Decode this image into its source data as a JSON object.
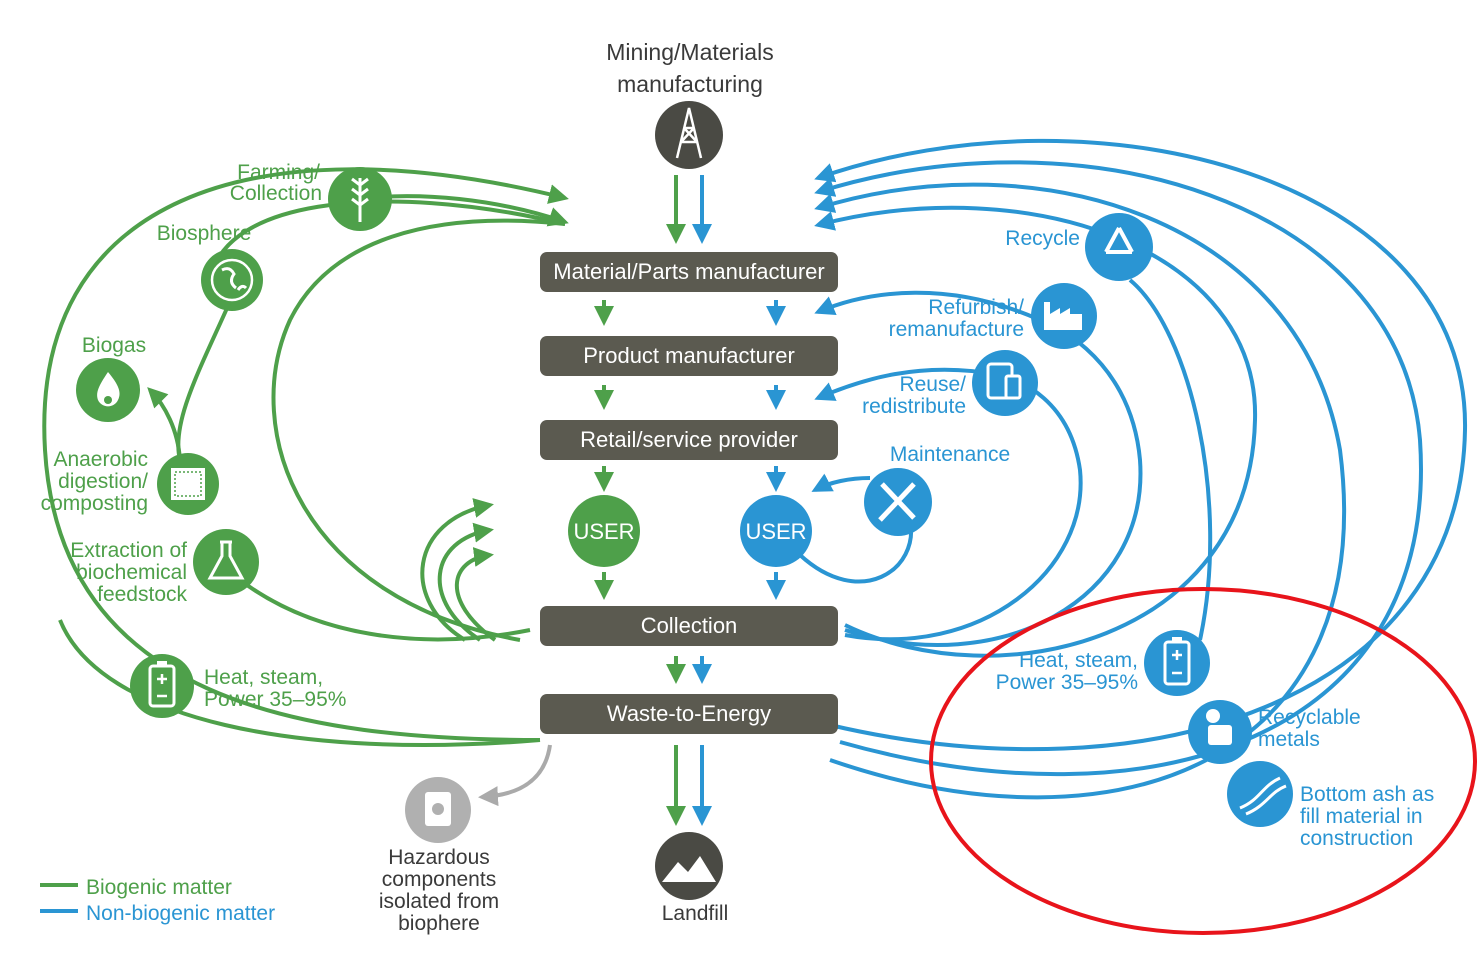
{
  "top": {
    "line1": "Mining/Materials",
    "line2": "manufacturing",
    "icon": "oil-derrick-icon"
  },
  "stages": {
    "material_parts": "Material/Parts manufacturer",
    "product": "Product manufacturer",
    "retail": "Retail/service provider",
    "collection": "Collection",
    "waste_to_energy": "Waste-to-Energy"
  },
  "users": {
    "biogenic": "USER",
    "non_biogenic": "USER"
  },
  "biogenic_loop": {
    "farming_line1": "Farming/",
    "farming_line2": "Collection",
    "biosphere": "Biosphere",
    "biogas": "Biogas",
    "anaerobic_line1": "Anaerobic",
    "anaerobic_line2": "digestion/",
    "anaerobic_line3": "composting",
    "extraction_line1": "Extraction of",
    "extraction_line2": "biochemical",
    "extraction_line3": "feedstock",
    "heat_line1": "Heat, steam,",
    "heat_line2": "Power 35–95%"
  },
  "technical_loop": {
    "recycle": "Recycle",
    "refurbish_line1": "Refurbish/",
    "refurbish_line2": "remanufacture",
    "reuse_line1": "Reuse/",
    "reuse_line2": "redistribute",
    "maintenance": "Maintenance",
    "heat_line1": "Heat, steam,",
    "heat_line2": "Power 35–95%",
    "metals_line1": "Recyclable",
    "metals_line2": "metals",
    "ash_line1": "Bottom ash as",
    "ash_line2": "fill material in",
    "ash_line3": "construction"
  },
  "hazardous": {
    "line1": "Hazardous",
    "line2": "components",
    "line3": "isolated from",
    "line4": "biophere"
  },
  "landfill": "Landfill",
  "legend": {
    "biogenic": "Biogenic matter",
    "non_biogenic": "Non-biogenic matter"
  },
  "colors": {
    "biogenic": "#4ea04a",
    "non_biogenic": "#2a95d3",
    "box": "#5b5a50",
    "grey": "#aaaaaa",
    "highlight": "#e8141b"
  }
}
